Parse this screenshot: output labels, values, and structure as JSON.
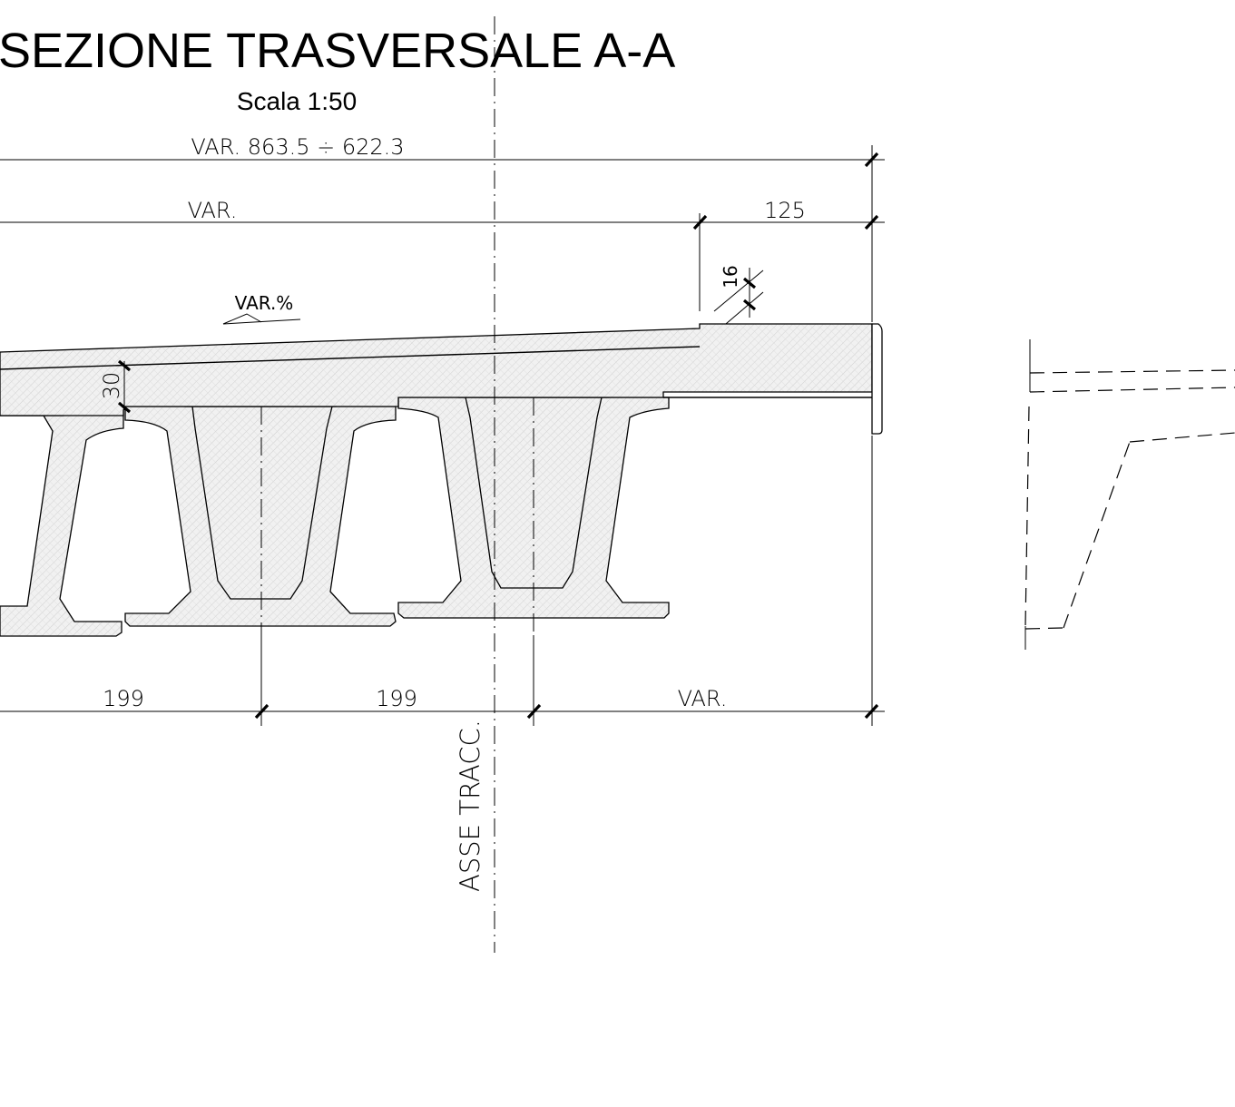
{
  "drawing": {
    "title": "SEZIONE TRASVERSALE A-A",
    "scale": "Scala 1:50",
    "axis_label": "ASSE TRACC.",
    "slope_label": "VAR.%"
  },
  "dimensions": {
    "overall_width": "VAR. 863.5 ÷ 622.3",
    "deck_width": "VAR.",
    "cantilever": "125",
    "curb_height": "16",
    "slab_thickness": "30",
    "beam_spacing_1": "199",
    "beam_spacing_2": "199",
    "right_offset": "VAR."
  }
}
